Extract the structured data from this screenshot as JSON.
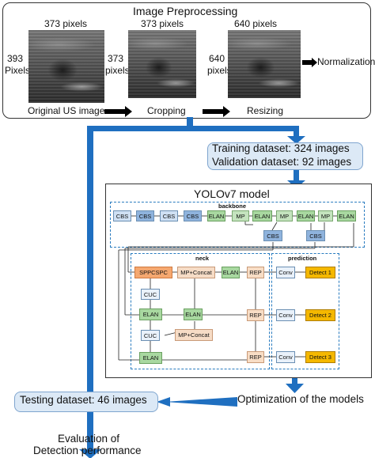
{
  "preprocess": {
    "title": "Image Preprocessing",
    "img1": {
      "top_label": "373 pixels",
      "side_label_1": "393",
      "side_label_2": "Pixels",
      "caption": "Original US image"
    },
    "img2": {
      "top_label": "373  pixels",
      "side_label_1": "373",
      "side_label_2": "pixels",
      "caption": "Cropping"
    },
    "img3": {
      "top_label": "640 pixels",
      "side_label_1": "640",
      "side_label_2": "pixels",
      "caption": "Resizing"
    },
    "normalization": "Normalization"
  },
  "training": {
    "line1": "Training dataset: 324 images",
    "line2": "Validation dataset: 92 images"
  },
  "model": {
    "title": "YOLOv7 model",
    "backbone": "backbone",
    "neck": "neck",
    "prediction": "prediction",
    "blocks": {
      "cbs": "CBS",
      "elan": "ELAN",
      "mp": "MP",
      "sppcspc": "SPPCSPC",
      "mp_concat": "MP+Concat",
      "cuc": "CUC",
      "rep": "REP",
      "conv": "Conv",
      "detect1": "Detect 1",
      "detect2": "Detect 2",
      "detect3": "Detect 3"
    }
  },
  "testing": "Testing dataset: 46 images",
  "optimization": "Optimization of the models",
  "evaluation": {
    "line1": "Evaluation of",
    "line2": "Detection performance"
  },
  "colors": {
    "arrow_blue": "#1f6fc0",
    "dash_blue": "#2a7cc0",
    "panel_fill": "#dce9f6"
  }
}
